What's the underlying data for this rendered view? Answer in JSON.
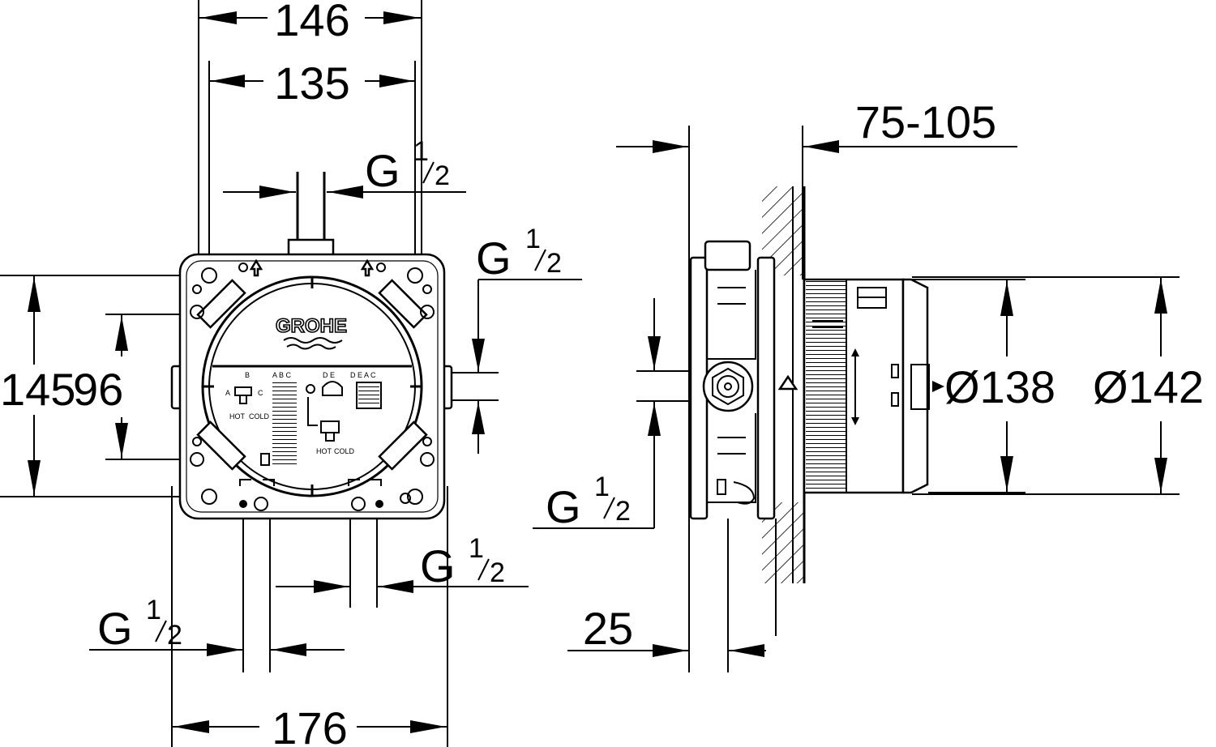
{
  "front_view": {
    "width_top_outer": "146",
    "width_top_inner": "135",
    "height_outer": "145",
    "height_inner": "96",
    "width_bottom": "176",
    "top_connection": {
      "main": "G",
      "sup": "1",
      "den": "2"
    },
    "right_connection": {
      "main": "G",
      "sup": "1",
      "den": "2"
    },
    "bottom_left_connection": {
      "main": "G",
      "sup": "1",
      "den": "2"
    },
    "bottom_right_connection": {
      "main": "G",
      "sup": "1",
      "den": "2"
    },
    "brand": "GROHE",
    "plate_labels": {
      "b": "B",
      "abc": "A B C",
      "de": "D E",
      "deac": "D E A C",
      "hot": "HOT",
      "cold": "COLD",
      "a": "A",
      "c": "C"
    }
  },
  "side_view": {
    "depth_range": "75-105",
    "diameter_inner": "Ø138",
    "diameter_outer": "Ø142",
    "left_connection": {
      "main": "G",
      "sup": "1",
      "den": "2"
    },
    "offset": "25"
  }
}
